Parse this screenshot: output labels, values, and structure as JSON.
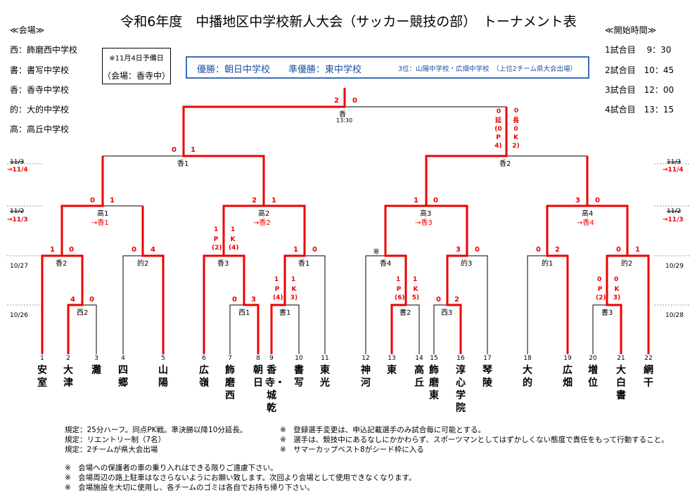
{
  "title": "令和6年度　中播地区中学校新人大会（サッカー競技の部）　トーナメント表",
  "venue_header": "≪会場≫",
  "venues": [
    "西：飾磨西中学校",
    "書：書写中学校",
    "香：香寺中学校",
    "的：大的中学校",
    "高：高丘中学校"
  ],
  "note_box": {
    "line1": "※11月4日予備日",
    "line2": "（会場：香寺中）"
  },
  "result": {
    "main": "優勝：朝日中学校　　準優勝：東中学校",
    "third": "3位：山陽中学校・広畑中学校　（上位2チーム県大会出場）"
  },
  "time_header": "≪開始時間≫",
  "times": [
    "1試合目　 9：30",
    "2試合目　10：45",
    "3試合目　12：00",
    "4試合目　13：15"
  ],
  "dates": {
    "left_final_old": "11/3",
    "left_final_new": "→11/4",
    "right_final_old": "11/3",
    "right_final_new": "→11/4",
    "left_qf_old": "11/2",
    "left_qf_new": "→11/3",
    "right_qf_old": "11/2",
    "right_qf_new": "→11/3",
    "left_r2": "10/27",
    "right_r2": "10/29",
    "left_r1": "10/26",
    "right_r1": "10/28"
  },
  "teams": [
    {
      "n": "1",
      "name": "安室"
    },
    {
      "n": "2",
      "name": "大津"
    },
    {
      "n": "3",
      "name": "灘"
    },
    {
      "n": "4",
      "name": "四郷"
    },
    {
      "n": "5",
      "name": "山陽"
    },
    {
      "n": "6",
      "name": "広嶺"
    },
    {
      "n": "7",
      "name": "飾磨西"
    },
    {
      "n": "8",
      "name": "朝日"
    },
    {
      "n": "9",
      "name": "香寺・城乾"
    },
    {
      "n": "10",
      "name": "書写"
    },
    {
      "n": "11",
      "name": "東光"
    },
    {
      "n": "12",
      "name": "神河"
    },
    {
      "n": "13",
      "name": "東"
    },
    {
      "n": "14",
      "name": "高丘"
    },
    {
      "n": "15",
      "name": "飾磨東"
    },
    {
      "n": "16",
      "name": "淳心学院"
    },
    {
      "n": "17",
      "name": "琴陵"
    },
    {
      "n": "18",
      "name": "大的"
    },
    {
      "n": "19",
      "name": "広畑"
    },
    {
      "n": "20",
      "name": "増位"
    },
    {
      "n": "21",
      "name": "大白書"
    },
    {
      "n": "22",
      "name": "網干"
    }
  ],
  "labels": {
    "final": "香",
    "final_time": "13:30",
    "sf1": "香1",
    "sf2": "香2",
    "qf1": "高1",
    "qf1r": "→香1",
    "qf2": "高2",
    "qf2r": "→香2",
    "qf3": "高3",
    "qf3r": "→香3",
    "qf4": "高4",
    "qf4r": "→香4",
    "r2a": "香2",
    "r2b": "的2",
    "r2c": "香3",
    "r2d": "香1",
    "r2e": "香4",
    "r2f": "的3",
    "r2g": "的1",
    "r2h": "的2",
    "r1a": "西2",
    "r1b": "西1",
    "r1c": "書1",
    "r1d": "書2",
    "r1e": "西3",
    "r1f": "書3",
    "r2e_top": "寒"
  },
  "scores": {
    "final_l": "2",
    "final_r": "0",
    "sf1_l": "0",
    "sf1_r": "1",
    "sf2_l": "0",
    "sf2_r": "0",
    "sf2_l_pk": "延(0P4)",
    "sf2_r_pk": "長0K2)",
    "qf1_l": "0",
    "qf1_r": "1",
    "qf2_l": "2",
    "qf2_r": "1",
    "qf3_l": "1",
    "qf3_r": "0",
    "qf4_l": "3",
    "qf4_r": "0",
    "r2a_l": "1",
    "r2a_r": "0",
    "r2b_l": "0",
    "r2b_r": "4",
    "r2c_l": "1",
    "r2c_r": "1",
    "r2c_l_pk": "P(2)",
    "r2c_r_pk": "K(4)",
    "r2d_l": "1",
    "r2d_r": "0",
    "r2f_l": "3",
    "r2f_r": "0",
    "r2g_l": "0",
    "r2g_r": "2",
    "r2h_l": "0",
    "r2h_r": "1",
    "r1a_l": "4",
    "r1a_r": "0",
    "r1b_l": "0",
    "r1b_r": "3",
    "r1c_l": "1",
    "r1c_r": "1",
    "r1c_l_pk": "P(4)",
    "r1c_r_pk": "K3)",
    "r1d_l": "1",
    "r1d_r": "1",
    "r1d_l_pk": "P(6)",
    "r1d_r_pk": "K5)",
    "r1e_l": "0",
    "r1e_r": "2",
    "r1f_l": "0",
    "r1f_r": "0",
    "r1f_l_pk": "P(2)",
    "r1f_r_pk": "K3)"
  },
  "rules_left": [
    "規定：25分ハーフ。同点PK戦。準決勝以降10分延長。",
    "規定：リエントリー制（7名）",
    "規定：2チームが県大会出場"
  ],
  "rules_right": [
    "※　登録選手変更は、申込記載選手のみ試合毎に可能とする。",
    "※　選手は、競技中にあるなしにかかわらず、スポーツマンとしてはずかしくない態度で責任をもって行動すること。",
    "※　サマーカップベスト8がシード枠に入る"
  ],
  "notes": [
    "※　会場への保護者の車の乗り入れはできる限りご遠慮下さい。",
    "※　会場周辺の路上駐車はなさらないようにお願い致します。次回より会場として使用できなくなります。",
    "※　会場施設を大切に使用し、各チームのゴミは各自でお持ち帰り下さい。"
  ]
}
